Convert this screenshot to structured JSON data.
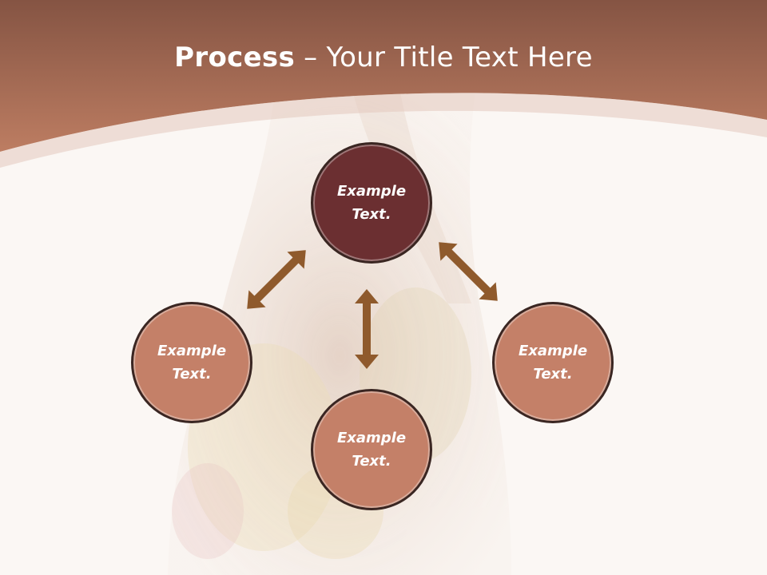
{
  "title": {
    "bold": "Process",
    "separator": " – ",
    "rest": "Your Title Text Here"
  },
  "colors": {
    "header_dark": "#8a5443",
    "header_light": "#b87a60",
    "center_node": "#6b2f31",
    "outer_node": "#c48068",
    "arrow": "#8f5a2c",
    "background": "#fbf7f4"
  },
  "nodes": {
    "top": "Example Text.",
    "left": "Example Text.",
    "right": "Example Text.",
    "bottom": "Example Text."
  }
}
